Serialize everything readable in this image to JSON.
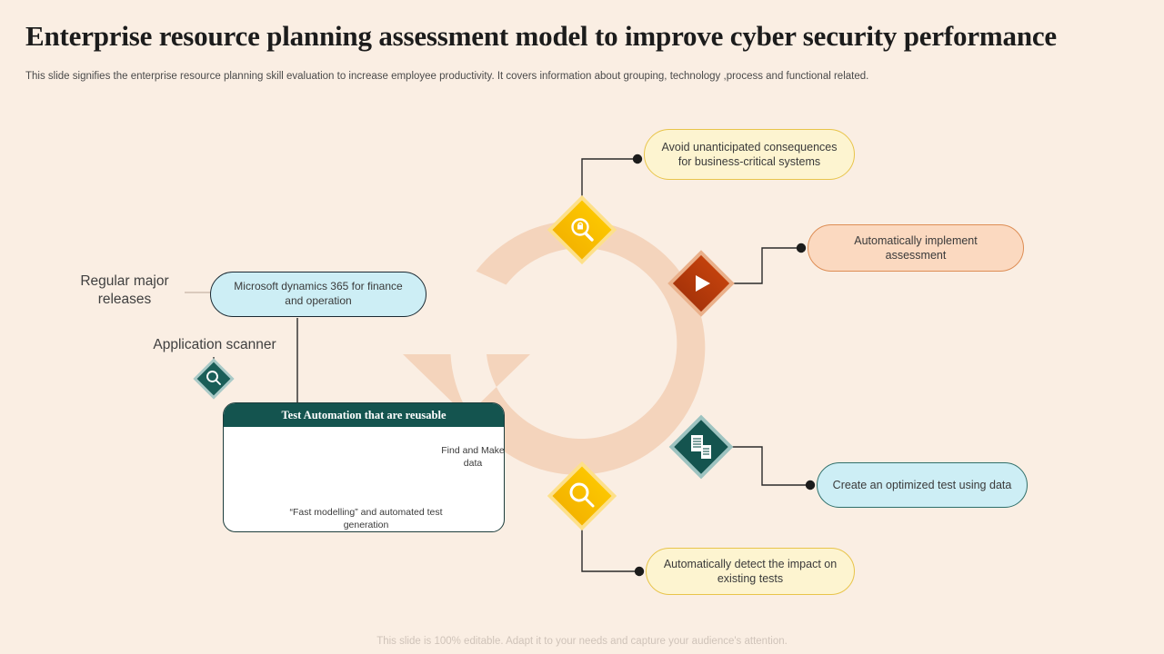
{
  "header": {
    "title": "Enterprise resource planning assessment model to improve cyber security performance",
    "subtitle": "This slide signifies the enterprise resource planning skill evaluation to increase employee productivity. It covers information about grouping, technology ,process and functional related."
  },
  "footer": {
    "note": "This slide is 100% editable. Adapt it to your needs and capture your audience's attention."
  },
  "callouts": [
    {
      "id": "avoid",
      "text": "Avoid  unanticipated consequences for business-critical systems",
      "color": "#fdf4d0",
      "border": "#e8c44a"
    },
    {
      "id": "auto",
      "text": "Automatically implement assessment",
      "color": "#fbd9c0",
      "border": "#dd8d54"
    },
    {
      "id": "create",
      "text": "Create an optimized test using data",
      "color": "#cdeef5",
      "border": "#2f6f6a"
    },
    {
      "id": "detect",
      "text": "Automatically detect the impact on existing tests",
      "color": "#fdf4d0",
      "border": "#e8c44a"
    }
  ],
  "left": {
    "regular_label": "Regular major releases",
    "app_scanner_label": "Application scanner",
    "ms_dynamics": "Microsoft  dynamics 365 for finance  and operation"
  },
  "card": {
    "header": "Test Automation that are reusable",
    "find_make": "Find and Make data",
    "fast_model": "“Fast modelling”  and automated test generation"
  },
  "icons": {
    "cycle_top": "magnifier-lock-icon",
    "cycle_right": "play-icon",
    "cycle_bottom_right": "documents-icon",
    "cycle_bottom": "magnifier-icon",
    "app_scanner": "magnifier-icon",
    "card_left": "bank-gear-icon",
    "card_mid": "server-rack-icon",
    "card_right": "document-search-icon"
  },
  "colors": {
    "background": "#faeee3",
    "ring": "#f4d4bc",
    "teal": "#14544f",
    "gold": "#fbc004",
    "orange": "#bf3f0b",
    "title": "#1c1c1c"
  }
}
